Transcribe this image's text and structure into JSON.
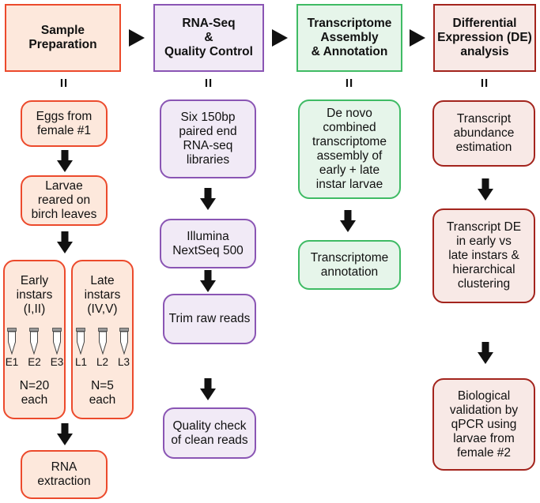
{
  "headers": {
    "sample_prep": "Sample\nPreparation",
    "rnaseq": "RNA-Seq\n&\nQuality Control",
    "assembly": "Transcriptome\nAssembly\n& Annotation",
    "de": "Differential\nExpression (DE)\nanalysis"
  },
  "equals_sign": "II",
  "col1": {
    "eggs": "Eggs from\nfemale #1",
    "larvae": "Larvae\nreared on\nbirch leaves",
    "early": {
      "title": "Early\ninstars\n(I,II)",
      "tubes": [
        "E1",
        "E2",
        "E3"
      ],
      "n": "N=20\neach"
    },
    "late": {
      "title": "Late\ninstars\n(IV,V)",
      "tubes": [
        "L1",
        "L2",
        "L3"
      ],
      "n": "N=5\neach"
    },
    "rna": "RNA\nextraction"
  },
  "col2": {
    "libraries": "Six 150bp\npaired end\nRNA-seq\nlibraries",
    "illumina": "Illumina\nNextSeq 500",
    "trim": "Trim raw reads",
    "quality": "Quality check\nof clean reads"
  },
  "col3": {
    "denovo": "De novo\ncombined\ntranscriptome\nassembly of\nearly + late\ninstar larvae",
    "annotation": "Transcriptome\nannotation"
  },
  "col4": {
    "abundance": "Transcript\nabundance\nestimation",
    "de": "Transcript DE\nin early vs\nlate instars &\nhierarchical\nclustering",
    "validation": "Biological\nvalidation by\nqPCR using\nlarvae from\nfemale #2"
  },
  "colors": {
    "sample_border": "#ec4a2c",
    "sample_fill": "#fde8dc",
    "rnaseq_border": "#8a55b4",
    "rnaseq_fill": "#f1eaf6",
    "assembly_border": "#3fbb64",
    "assembly_fill": "#e6f5ea",
    "de_border": "#a3241d",
    "de_fill": "#f8e9e6"
  }
}
